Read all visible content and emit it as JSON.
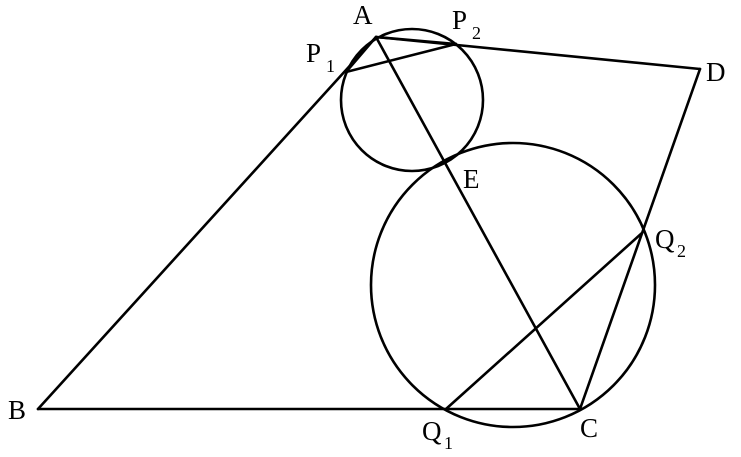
{
  "figure": {
    "stroke_color": "#000000",
    "background": "#ffffff",
    "points": {
      "A": {
        "letter": "A",
        "subscript": ""
      },
      "B": {
        "letter": "B",
        "subscript": ""
      },
      "C": {
        "letter": "C",
        "subscript": ""
      },
      "D": {
        "letter": "D",
        "subscript": ""
      },
      "E": {
        "letter": "E",
        "subscript": ""
      },
      "P1": {
        "letter": "P",
        "subscript": "1"
      },
      "P2": {
        "letter": "P",
        "subscript": "2"
      },
      "Q1": {
        "letter": "Q",
        "subscript": "1"
      },
      "Q2": {
        "letter": "Q",
        "subscript": "2"
      }
    },
    "segments": [
      [
        "B",
        "A"
      ],
      [
        "A",
        "D"
      ],
      [
        "D",
        "C"
      ],
      [
        "C",
        "B"
      ],
      [
        "A",
        "C"
      ],
      [
        "P1",
        "P2"
      ],
      [
        "Q1",
        "Q2"
      ]
    ],
    "circles": [
      {
        "name": "circle-A-E",
        "through": [
          "A",
          "P1",
          "P2",
          "E"
        ]
      },
      {
        "name": "circle-E-C",
        "through": [
          "E",
          "Q1",
          "C",
          "Q2"
        ]
      }
    ]
  }
}
